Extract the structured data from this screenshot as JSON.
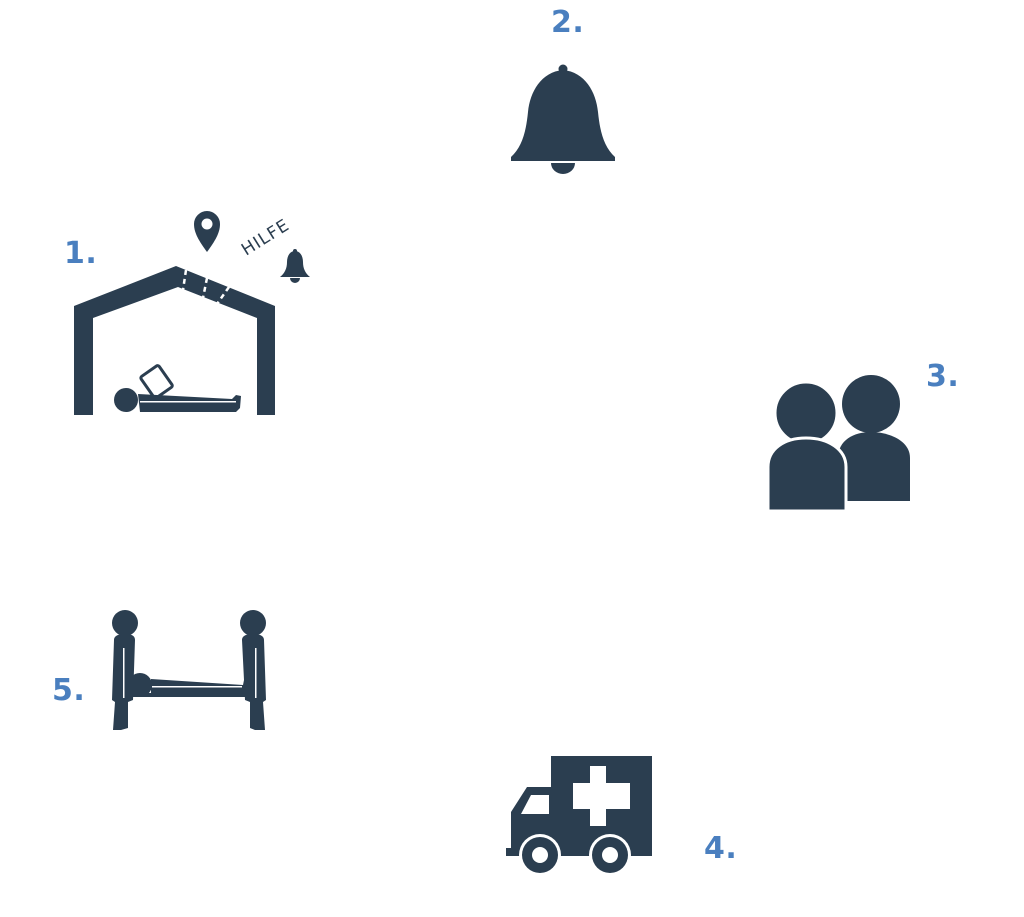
{
  "colors": {
    "icon": "#2b3e50",
    "label": "#4a7fbf",
    "background": "#ffffff"
  },
  "steps": [
    {
      "label": "1.",
      "icon": "house-fallen-person-alert-icon"
    },
    {
      "label": "2.",
      "icon": "bell-icon"
    },
    {
      "label": "3.",
      "icon": "people-icon"
    },
    {
      "label": "4.",
      "icon": "ambulance-icon"
    },
    {
      "label": "5.",
      "icon": "stretcher-carry-icon"
    }
  ],
  "alert_text": "HILFE"
}
